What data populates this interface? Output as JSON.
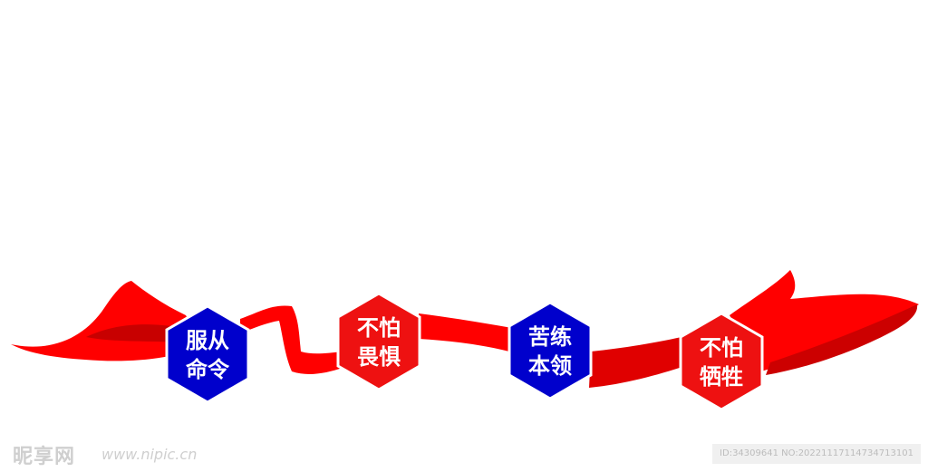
{
  "colors": {
    "ribbon": "#ff0000",
    "ribbon_dark": "#d20000",
    "hex_blue": "#0000cc",
    "hex_red": "#ee1111",
    "hex_border": "#ffffff"
  },
  "badges": [
    {
      "line1": "服从",
      "line2": "命令",
      "color": "blue"
    },
    {
      "line1": "不怕",
      "line2": "畏惧",
      "color": "red"
    },
    {
      "line1": "苦练",
      "line2": "本领",
      "color": "blue"
    },
    {
      "line1": "不怕",
      "line2": "牺牲",
      "color": "red"
    }
  ],
  "watermark": {
    "logo": "昵享网",
    "url": "www.nipic.cn",
    "id": "ID:34309641 NO:20221117114734713101"
  }
}
